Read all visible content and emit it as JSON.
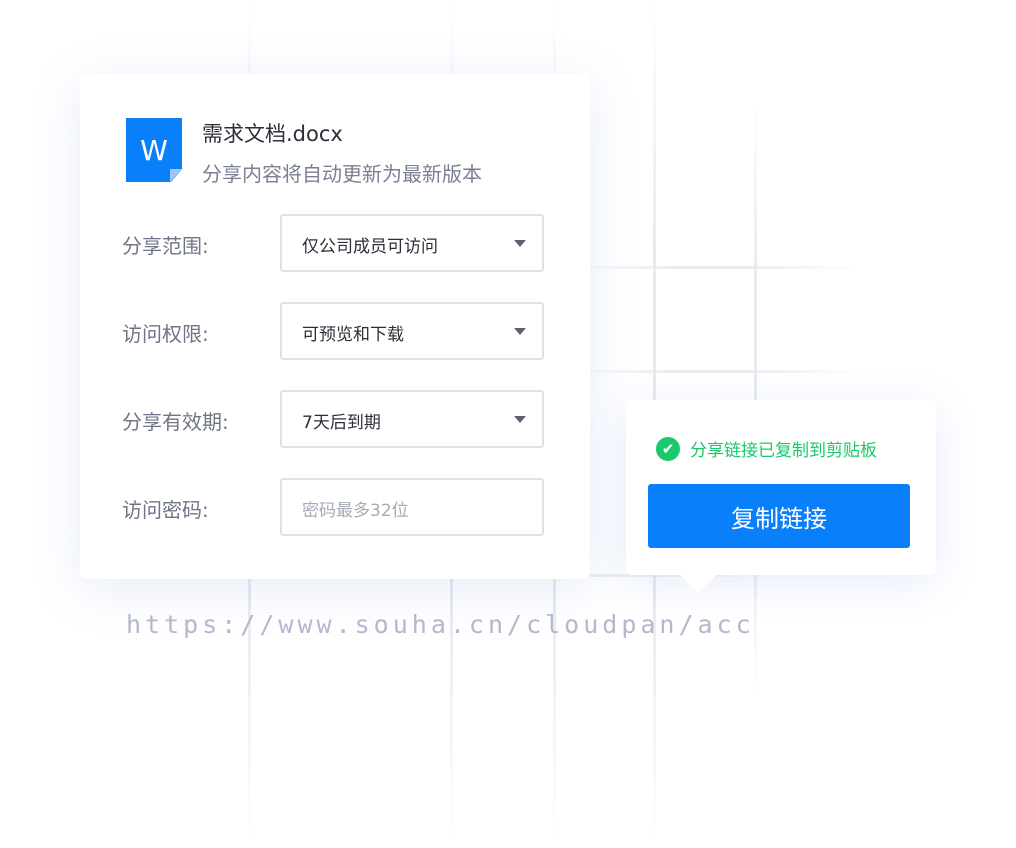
{
  "file": {
    "icon_letter": "W",
    "name": "需求文档.docx",
    "subtitle": "分享内容将自动更新为最新版本"
  },
  "fields": [
    {
      "label": "分享范围:",
      "value": "仅公司成员可访问"
    },
    {
      "label": "访问权限:",
      "value": "可预览和下载"
    },
    {
      "label": "分享有效期:",
      "value": "7天后到期"
    },
    {
      "label": "访问密码:",
      "placeholder": "密码最多32位"
    }
  ],
  "popup": {
    "message": "分享链接已复制到剪贴板",
    "button": "复制链接"
  },
  "url": "https://www.souha.cn/cloudpan/acc",
  "colors": {
    "accent": "#0a7ffa",
    "success": "#19c96b"
  }
}
